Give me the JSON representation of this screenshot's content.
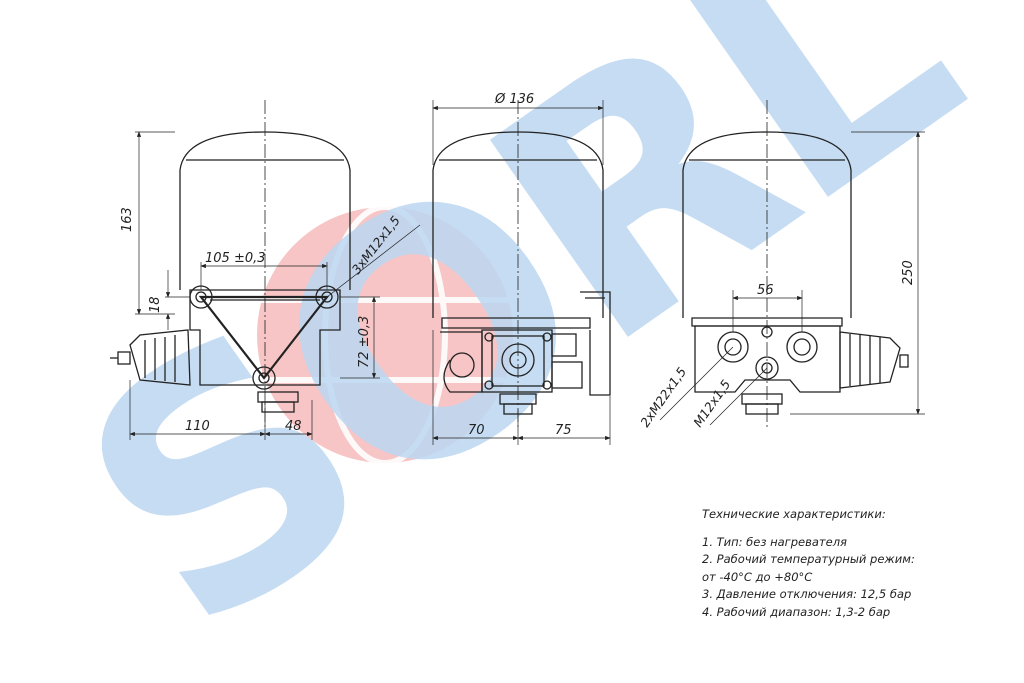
{
  "watermark": {
    "text": "SORL",
    "color_blue": "#bcd7f2",
    "color_red": "#f4b1b1"
  },
  "dimensions": {
    "d163": "163",
    "d18": "18",
    "d105": "105 ±0,3",
    "thread3": "3хM12x1,5",
    "d72": "72 ±0,3",
    "d110": "110",
    "d48": "48",
    "dia136": "Ø 136",
    "d70": "70",
    "d75": "75",
    "d56": "56",
    "d250": "250",
    "thread2": "2хM22x1,5",
    "thread1": "M12x1,5"
  },
  "specs": {
    "title": "Технические характеристики:",
    "lines": [
      "1. Тип: без нагревателя",
      "2. Рабочий температурный режим:",
      "от -40°С до +80°С",
      "3. Давление отключения: 12,5 бар",
      "4. Рабочий диапазон: 1,3-2 бар"
    ]
  }
}
